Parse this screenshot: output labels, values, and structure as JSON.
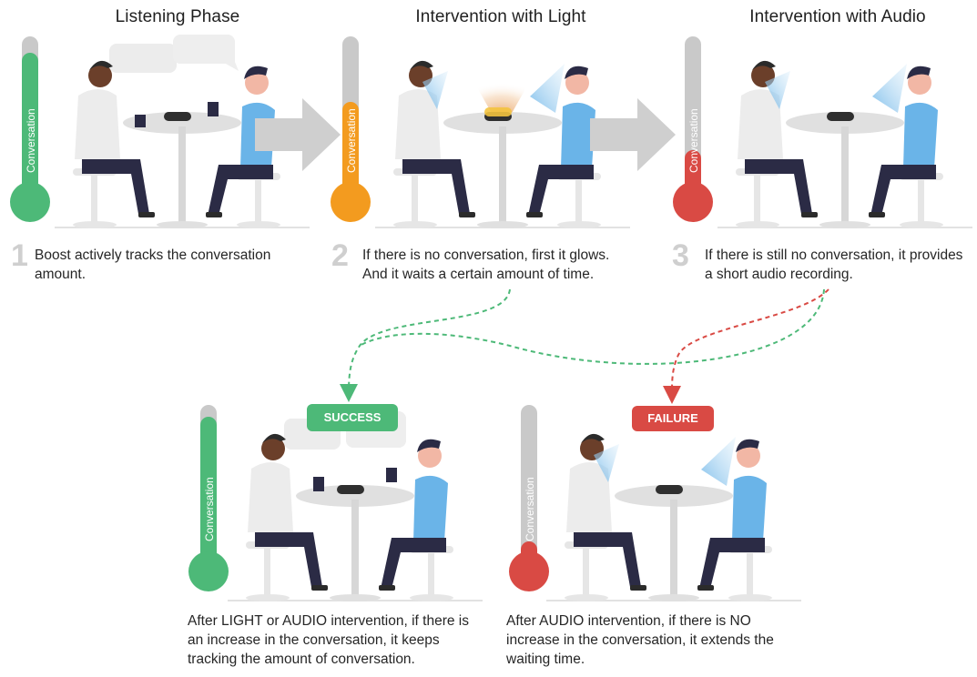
{
  "phases": [
    {
      "title": "Listening Phase",
      "step": "1",
      "text_lines": [
        "Boost actively tracks the conversation",
        "amount."
      ]
    },
    {
      "title": "Intervention with Light",
      "step": "2",
      "text_lines": [
        "If there is no conversation, first it glows.",
        "And it waits a certain amount of time."
      ]
    },
    {
      "title": "Intervention with Audio",
      "step": "3",
      "text_lines": [
        "If there is still no conversation, it provides",
        "a short audio recording."
      ]
    }
  ],
  "outcomes": [
    {
      "badge": "SUCCESS",
      "badge_color": "#4db978",
      "text_lines": [
        "After LIGHT or AUDIO intervention, if there is",
        "an increase in the conversation, it keeps",
        "tracking the amount of conversation."
      ]
    },
    {
      "badge": "FAILURE",
      "badge_color": "#d94a44",
      "text_lines": [
        "After AUDIO intervention, if there is NO",
        "increase in the conversation, it extends the",
        "waiting time."
      ]
    }
  ],
  "thermometer_label": "Conversation",
  "colors": {
    "green": "#4db978",
    "orange": "#f39b1f",
    "red": "#d94a44",
    "gray": "#c9c9c9",
    "shirt": "#6ab4e8",
    "pants": "#2b2b45"
  }
}
